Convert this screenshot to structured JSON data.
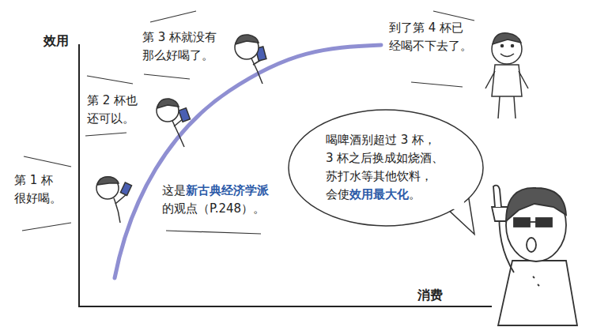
{
  "diagram": {
    "nodes": [
      {
        "text": [
          "喝啤酒别超过 3 杯， 3 杯之后换成如烧酒、 苏打水等其他饮料， 会使",
          "效用最大化",
          "。"
        ]
      }
    ],
    "labels": [
      "效用",
      "消费",
      "第 1 杯 很好喝。",
      "第 2 杯也 还可以。",
      "第 3 杯就没有 那么好喝了。",
      "到了第 4 杯已 经喝不下去了。",
      "这是",
      "新古典经济学派",
      "的观点（P.248）。"
    ]
  }
}
